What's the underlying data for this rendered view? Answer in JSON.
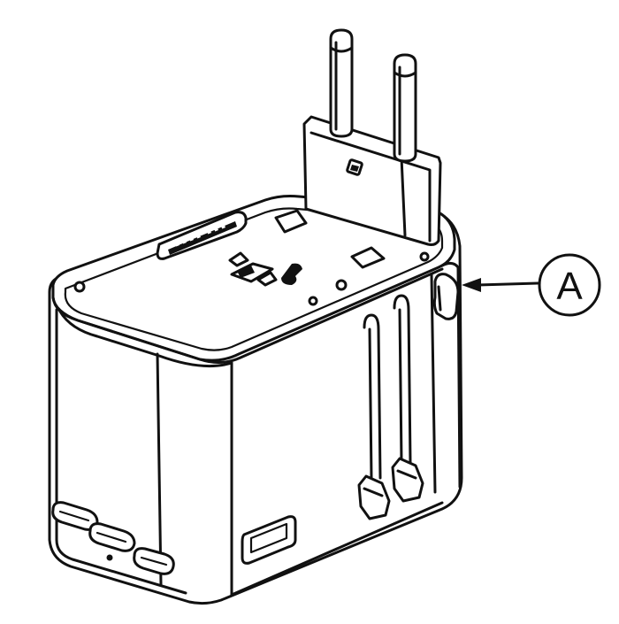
{
  "callout": {
    "label": "A"
  },
  "icons": [
    "travel-adapter",
    "eu-plug-pins",
    "usb-c-port",
    "usb-a-port",
    "release-slider",
    "callout-arrow"
  ]
}
